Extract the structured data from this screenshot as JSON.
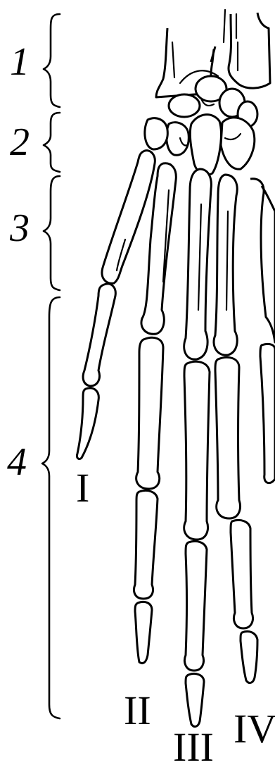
{
  "region_labels": [
    "1",
    "2",
    "3",
    "4"
  ],
  "digit_labels": [
    "I",
    "II",
    "III",
    "IV"
  ]
}
